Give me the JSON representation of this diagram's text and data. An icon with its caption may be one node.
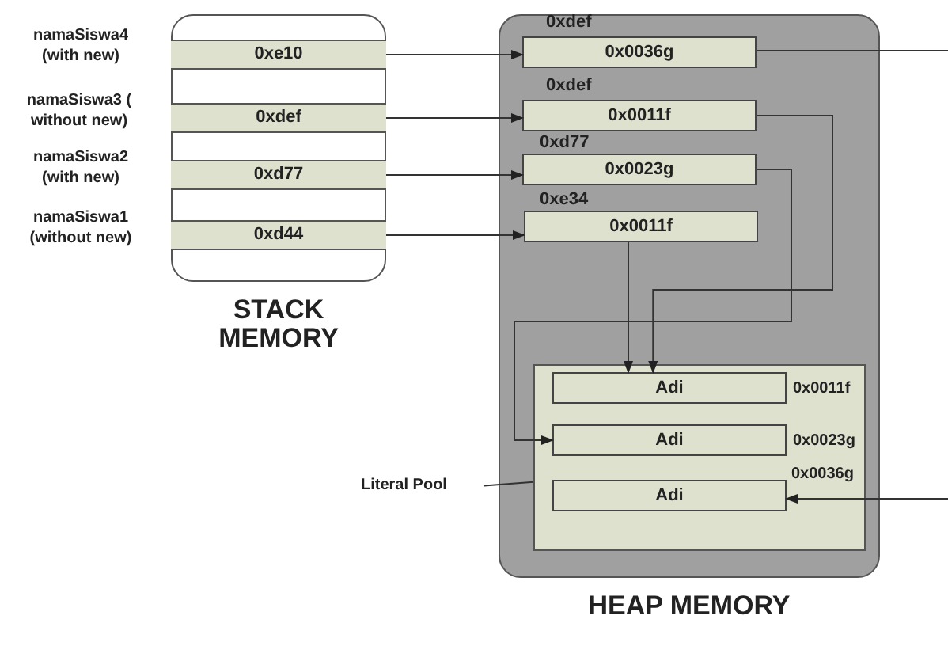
{
  "diagram": {
    "nodes": [
      {
        "text": [
          "STACK MEMORY"
        ]
      },
      {
        "text": [
          "0xe10"
        ],
        "in": 0,
        "beside": [
          "namaSiswa4 (with new)"
        ]
      },
      {
        "text": [
          "0xdef"
        ],
        "in": 0,
        "beside": [
          "namaSiswa3 ( without new)"
        ]
      },
      {
        "text": [
          "0xd77"
        ],
        "in": 0,
        "beside": [
          "namaSiswa2 (with new)"
        ]
      },
      {
        "text": [
          "0xd44"
        ],
        "in": 0,
        "beside": [
          "namaSiswa1 (without new)"
        ]
      },
      {
        "text": [
          "HEAP MEMORY"
        ]
      },
      {
        "text": [
          "0x0036g"
        ],
        "in": 5,
        "beside": [
          "0xdef"
        ]
      },
      {
        "text": [
          "0x0011f"
        ],
        "in": 5,
        "beside": [
          "0xdef"
        ]
      },
      {
        "text": [
          "0x0023g"
        ],
        "in": 5,
        "beside": [
          "0xd77"
        ]
      },
      {
        "text": [
          "0x0011f"
        ],
        "in": 5,
        "beside": [
          "0xe34"
        ]
      },
      {
        "text": [],
        "shape": "box",
        "in": 5
      },
      {
        "text": [
          "Adi"
        ],
        "in": 10,
        "beside": [
          "0x0011f"
        ]
      },
      {
        "text": [
          "Adi"
        ],
        "in": 10,
        "beside": [
          "0x0023g"
        ]
      },
      {
        "text": [
          "Adi"
        ],
        "in": 10,
        "beside": [
          "0x0036g"
        ]
      },
      {
        "text": [
          "Literal Pool"
        ]
      }
    ],
    "edges": [
      {
        "from": 1,
        "to": 6,
        "arrow": "to"
      },
      {
        "from": 2,
        "to": 7,
        "arrow": "to"
      },
      {
        "from": 3,
        "to": 8,
        "arrow": "to"
      },
      {
        "from": 4,
        "to": 9,
        "arrow": "to"
      },
      {
        "from": 9,
        "to": 11,
        "arrow": "to"
      },
      {
        "from": 7,
        "to": 11,
        "arrow": "to"
      },
      {
        "from": 8,
        "to": 12,
        "arrow": "to"
      },
      {
        "from": 6,
        "to": null,
        "arrow": "none"
      },
      {
        "from": null,
        "to": 13,
        "arrow": "to"
      },
      {
        "from": 14,
        "to": 10,
        "arrow": "none"
      }
    ]
  }
}
